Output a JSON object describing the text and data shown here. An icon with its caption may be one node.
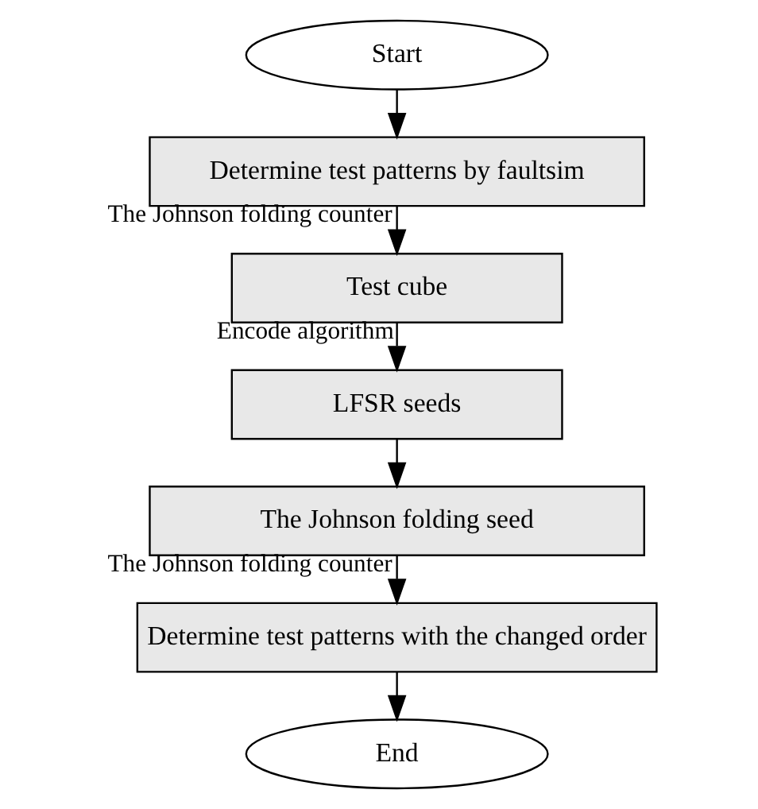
{
  "diagram": {
    "nodes": [
      {
        "text": [
          "Start"
        ]
      },
      {
        "text": [
          "Determine test patterns by faultsim"
        ]
      },
      {
        "text": [
          "Test cube"
        ]
      },
      {
        "text": [
          "LFSR seeds"
        ]
      },
      {
        "text": [
          "The Johnson folding seed"
        ]
      },
      {
        "text": [
          "Determine test patterns with the changed order"
        ]
      },
      {
        "text": [
          "End"
        ]
      }
    ],
    "edges": [
      {
        "from": 0,
        "to": 1,
        "arrow": "to"
      },
      {
        "from": 1,
        "to": 2,
        "arrow": "to",
        "label": "The Johnson folding counter"
      },
      {
        "from": 2,
        "to": 3,
        "arrow": "to",
        "label": "Encode algorithm"
      },
      {
        "from": 3,
        "to": 4,
        "arrow": "to"
      },
      {
        "from": 4,
        "to": 5,
        "arrow": "to",
        "label": "The Johnson folding counter"
      },
      {
        "from": 5,
        "to": 6,
        "arrow": "to"
      }
    ]
  }
}
